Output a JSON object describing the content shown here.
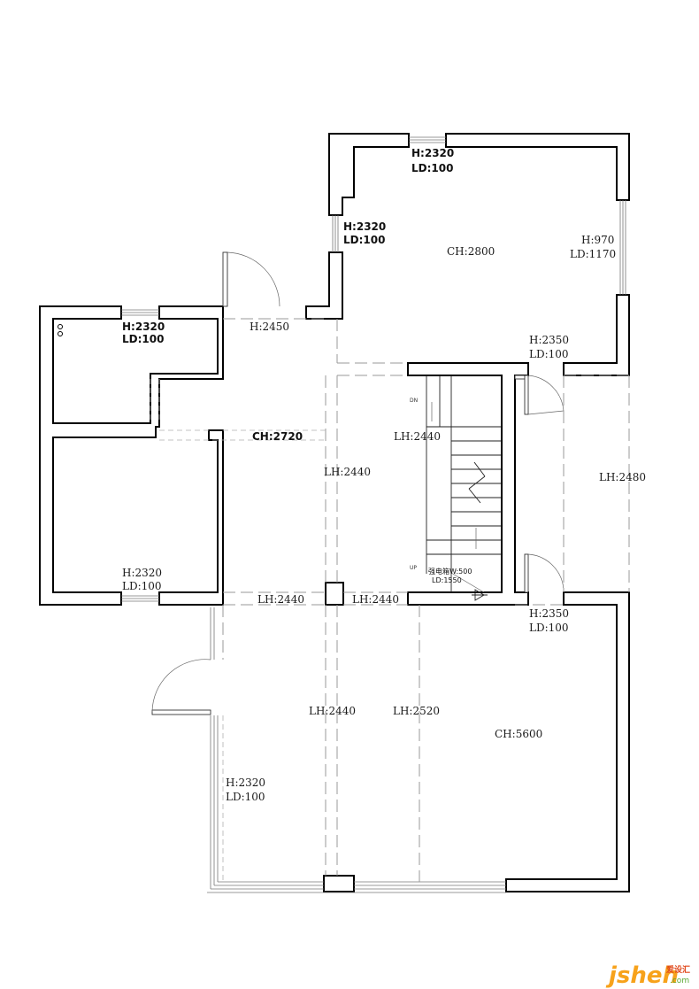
{
  "rooms": {
    "top_right": {
      "window_top": {
        "h": "H:2320",
        "ld": "LD:100"
      },
      "window_left": {
        "h": "H:2320",
        "ld": "LD:100"
      },
      "window_right": {
        "h": "H:970",
        "ld": "LD:1170"
      },
      "ceiling": "CH:2800"
    },
    "top_left": {
      "window_top": {
        "h": "H:2320",
        "ld": "LD:100"
      }
    },
    "mid_left": {
      "window_bottom": {
        "h": "H:2320",
        "ld": "LD:100"
      }
    },
    "corridor": {
      "ceiling": "CH:2720",
      "lh_2450": "H:2450",
      "lh_left": "LH:2440",
      "lh_stair": "LH:2440",
      "lh_bottom_left": "LH:2440",
      "lh_bottom_right": "LH:2440"
    },
    "right_corridor": {
      "door_top": {
        "h": "H:2350",
        "ld": "LD:100"
      },
      "door_bottom": {
        "h": "H:2350",
        "ld": "LD:100"
      },
      "lh": "LH:2480"
    },
    "stair": {
      "dn": "DN",
      "up": "UP",
      "panel_line1": "强电箱W:500",
      "panel_line2": "LD:1550"
    },
    "living": {
      "lh_left": "LH:2440",
      "lh_right": "LH:2520",
      "ceiling": "CH:5600",
      "window_left": {
        "h": "H:2320",
        "ld": "LD:100"
      }
    }
  },
  "watermark": {
    "brand": "jsheh",
    "sub": "爱设汇",
    "domain": ".com"
  }
}
